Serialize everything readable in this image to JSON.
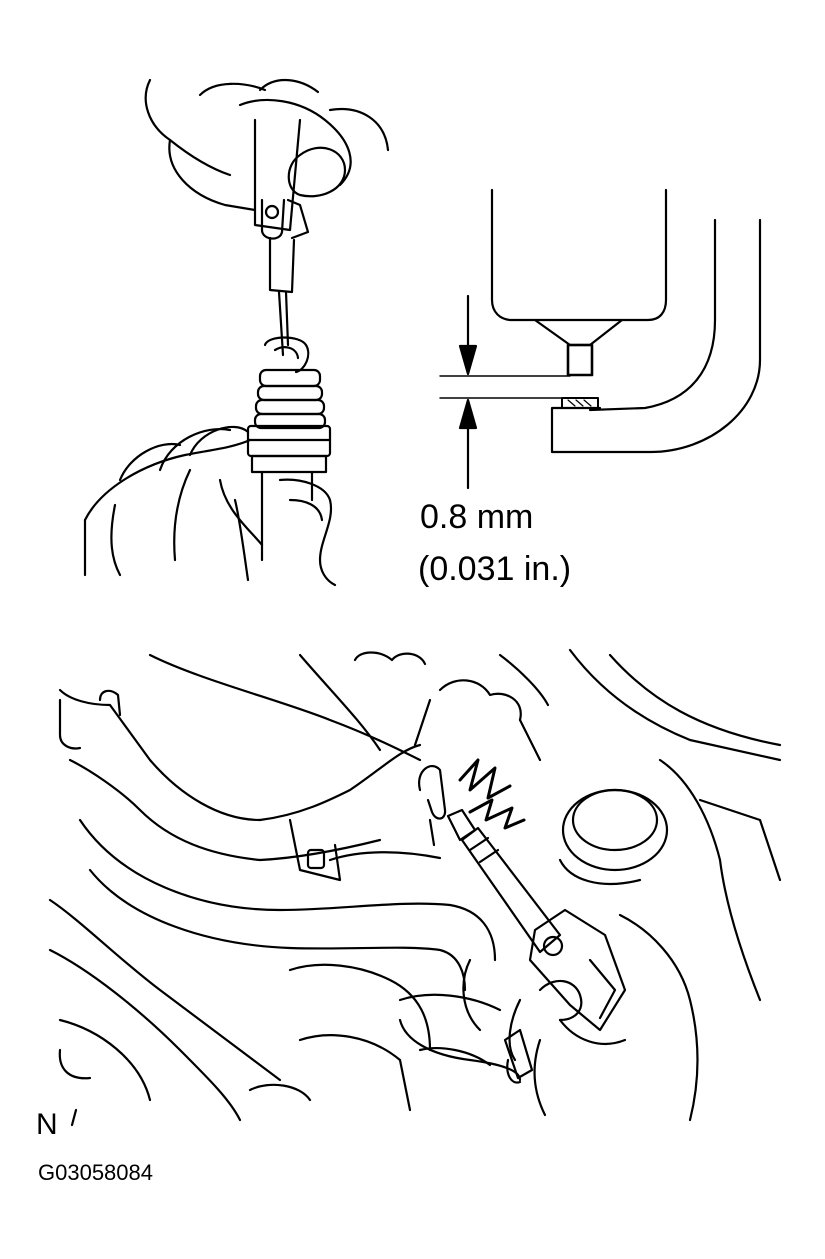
{
  "gap_callout": {
    "metric": "0.8 mm",
    "imperial": "(0.031 in.)"
  },
  "corner_mark": "N",
  "figure_code": "G03058084",
  "colors": {
    "ink": "#000000",
    "paper": "#ffffff"
  },
  "icons": [
    "spark-plug-gap-gauge",
    "spark-plug-electrode-detail",
    "ignition-test-spark"
  ]
}
